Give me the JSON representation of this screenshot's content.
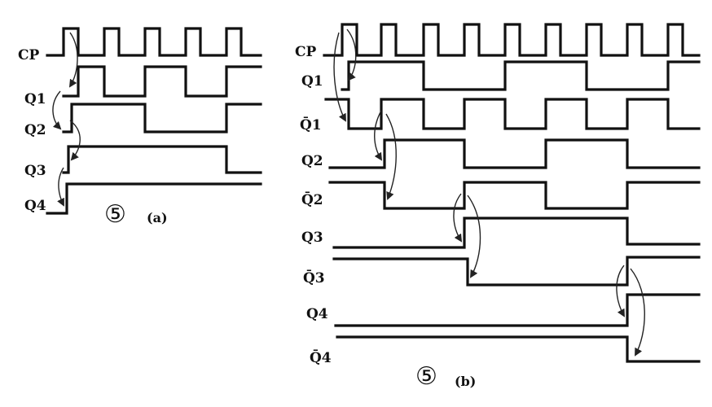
{
  "panel_a": {
    "labels": [
      "CP",
      "Q1",
      "Q2",
      "Q3",
      "Q4"
    ],
    "caption_number": "⑤",
    "caption_letter": "(a)"
  },
  "panel_b": {
    "labels": [
      "CP",
      "Q1",
      "Q̄1",
      "Q2",
      "Q̄2",
      "Q3",
      "Q̄3",
      "Q4",
      "Q̄4"
    ],
    "caption_number": "⑤",
    "caption_letter": "(b)"
  }
}
